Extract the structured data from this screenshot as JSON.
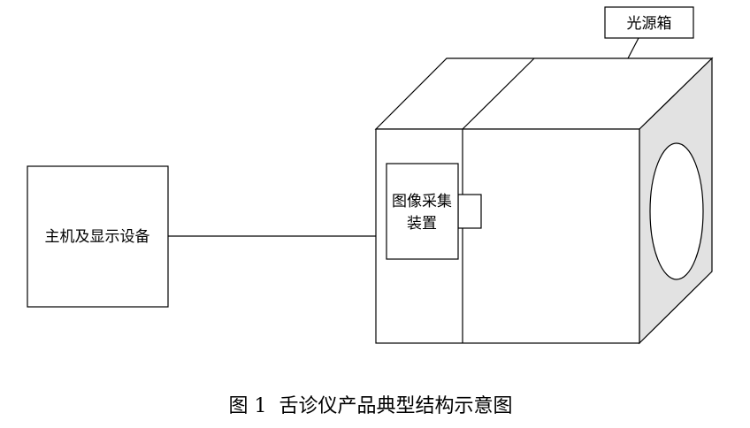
{
  "diagram": {
    "host_label": "主机及显示设备",
    "light_box_label": "光源箱",
    "camera_label_line1": "图像采集",
    "camera_label_line2": "装置",
    "caption": "图 1  舌诊仪产品典型结构示意图"
  },
  "colors": {
    "stroke": "#000000",
    "side_face": "#e2e2e2",
    "background": "#ffffff"
  }
}
